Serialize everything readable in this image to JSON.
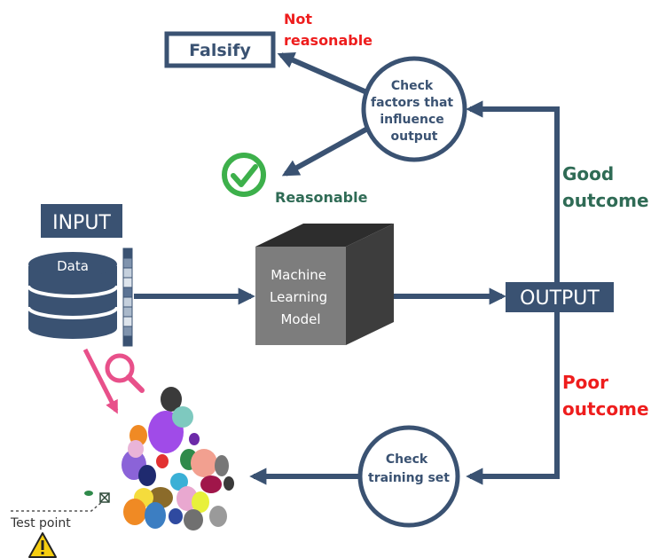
{
  "diagram": {
    "falsify": "Falsify",
    "not_reasonable": "Not\nreasonable",
    "check_factors": [
      "Check",
      "factors that",
      "influence",
      "output"
    ],
    "reasonable": "Reasonable",
    "good_outcome": [
      "Good",
      "outcome"
    ],
    "input": "INPUT",
    "data": "Data",
    "model": [
      "Machine",
      "Learning",
      "Model"
    ],
    "output": "OUTPUT",
    "poor_outcome": [
      "Poor",
      "outcome"
    ],
    "check_training": [
      "Check",
      "training set"
    ],
    "test_point": "Test point"
  },
  "colors": {
    "navy": "#3a5272",
    "green_text": "#2f6b55",
    "red_text": "#ee1d1d",
    "check_green": "#3db04b",
    "magnify_pink": "#e8508a",
    "warning_yellow": "#f5cd10"
  },
  "icons": [
    "checkmark-icon",
    "database-icon",
    "magnifier-icon",
    "warning-icon",
    "cluster-plot"
  ]
}
